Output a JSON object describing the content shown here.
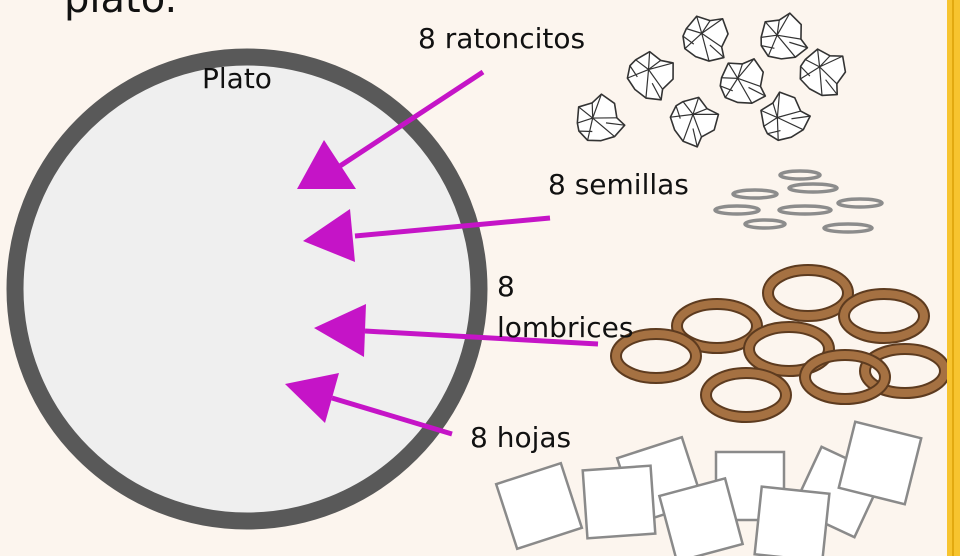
{
  "title_fragment": "plato.",
  "plate_label": "Plato",
  "labels": {
    "mice": "8 ratoncitos",
    "seeds": "8 semillas",
    "worms_line1": "8",
    "worms_line2": "lombrices",
    "leaves": "8 hojas"
  },
  "colors": {
    "background": "#fcf5ee",
    "plate_fill": "#efefef",
    "plate_rim": "#595959",
    "arrow": "#c514c7",
    "worm_fill": "#a57142",
    "worm_stroke": "#5d3b1f",
    "seed": "#8c8c8c",
    "leaf_stroke": "#8a8a8a",
    "accent_bar": "#f7c42f"
  },
  "icons": {
    "mouse": "crumpled-paper-ball-icon",
    "seed": "seed-ring-icon",
    "worm": "worm-ring-icon",
    "leaf": "paper-square-icon"
  },
  "counts": {
    "mice": 8,
    "seeds": 8,
    "worms": 8,
    "leaves": 8
  }
}
